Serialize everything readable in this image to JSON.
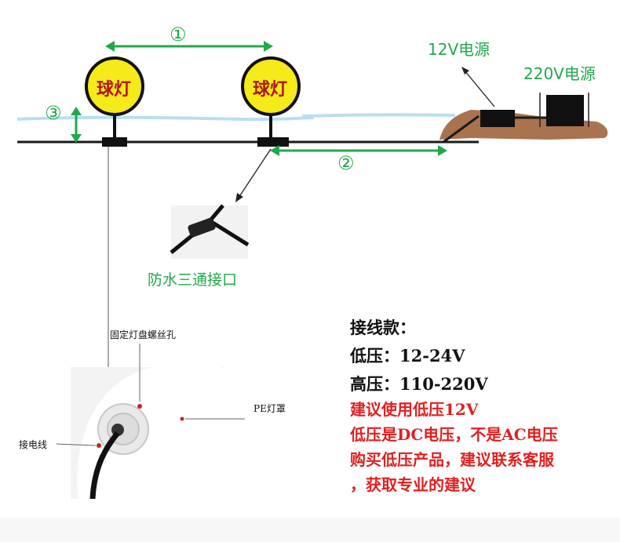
{
  "lamp_label": "球灯",
  "marker_1": "①",
  "marker_2": "②",
  "marker_3": "③",
  "power_12v": "12V电源",
  "power_220v": "220V电源",
  "tee_connector": "防水三通接口",
  "hole_label": "固定灯盘螺丝孔",
  "wire_label": "接电线",
  "cover_label": "PE灯罩",
  "info": {
    "title": "接线款：",
    "low_voltage": "低压：12-24V",
    "high_voltage": "高压：110-220V",
    "red_1": "建议使用低压12V",
    "red_2": "低压是DC电压，不是AC电压",
    "red_3": "购买低压产品，建议联系客服",
    "red_4": "，获取专业的建议"
  },
  "colors": {
    "lamp_fill": "#f5ea1a",
    "lamp_text": "#b01515",
    "accent_green": "#22a84a",
    "warning_red": "#e0201f",
    "water": "#b8dff0",
    "ground": "#a8734e"
  }
}
